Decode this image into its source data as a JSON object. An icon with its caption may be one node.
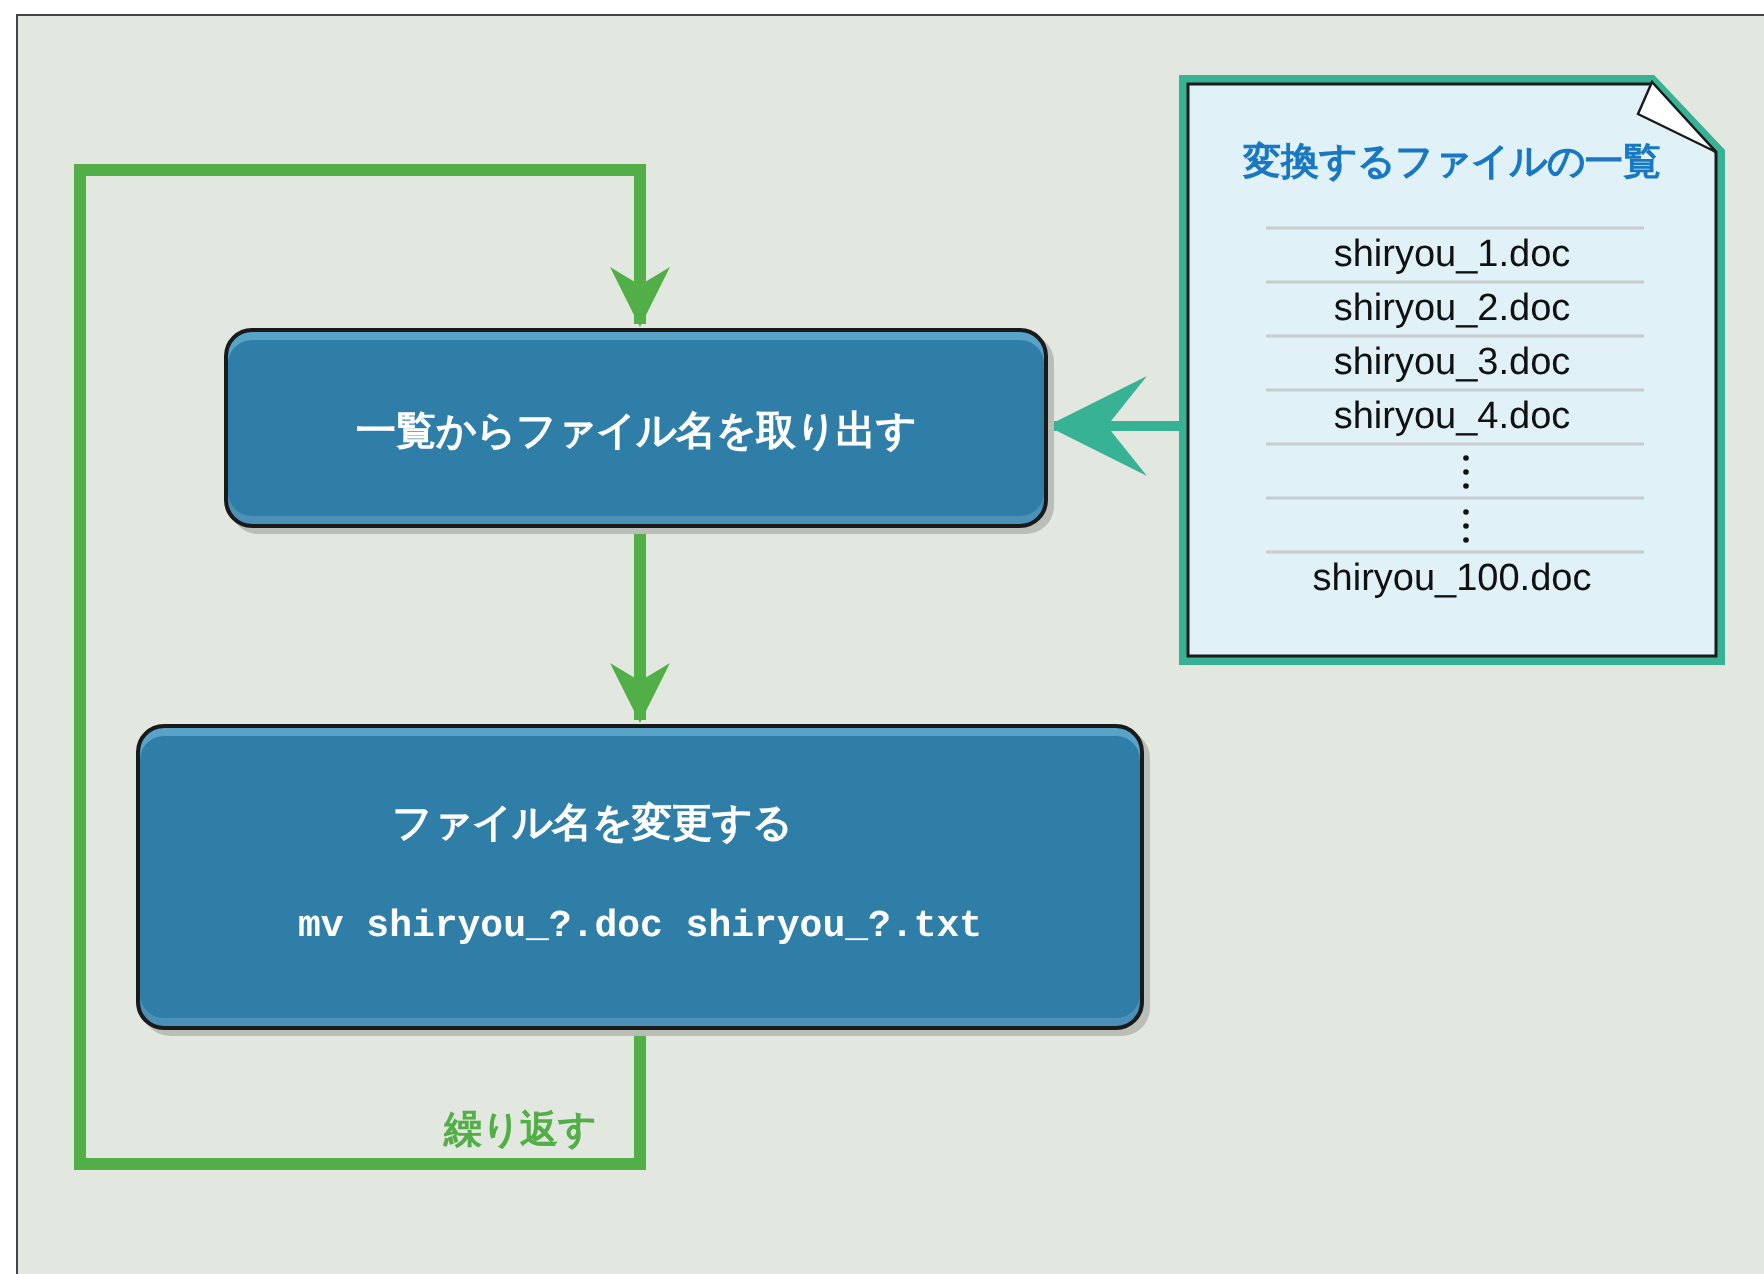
{
  "diagram": {
    "nodes": [
      {
        "text": [
          "一覧からファイル名を取り出す"
        ]
      },
      {
        "text": [
          "ファイル名を変更する",
          "mv shiryou_?.doc shiryou_?.txt"
        ]
      },
      {
        "text": [
          "変換するファイルの一覧",
          "shiryou_1.doc",
          "shiryou_2.doc",
          "shiryou_3.doc",
          "shiryou_4.doc",
          "shiryou_100.doc"
        ]
      }
    ],
    "edges": [
      {
        "from": 0,
        "to": 1,
        "arrow": "to"
      },
      {
        "from": 1,
        "to": 0,
        "arrow": "to",
        "label": "繰り返す"
      },
      {
        "from": 2,
        "to": 0,
        "arrow": "to",
        "color": "#38b295"
      }
    ]
  }
}
